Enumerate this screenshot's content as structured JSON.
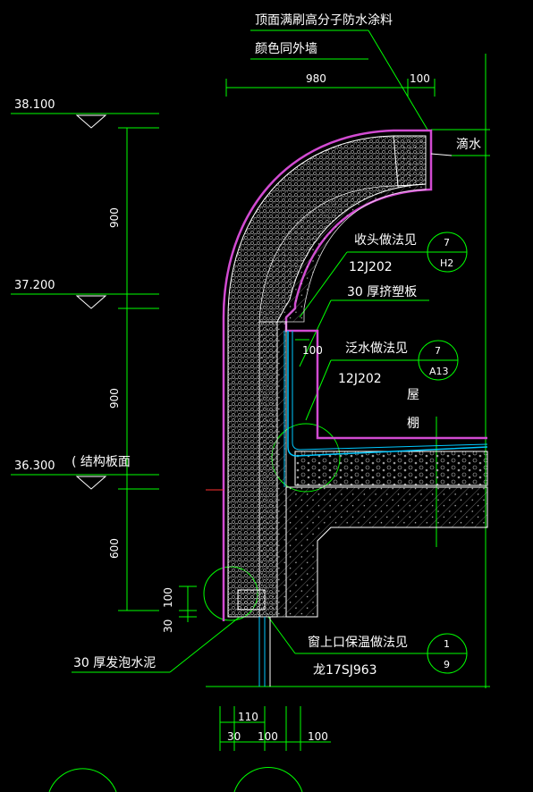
{
  "annotations": {
    "top_note_line1": "顶面满刷高分子防水涂料",
    "top_note_line2": "颜色同外墙",
    "drip": "滴水",
    "cap_note": "收头做法见",
    "cap_std": "12J202",
    "xps_note": "30  厚挤塑板",
    "flash_note": "泛水做法见",
    "flash_std": "12J202",
    "roof_char1": "屋",
    "roof_char2": "棚",
    "structure_note": "( 结构板面",
    "foam_note": "30  厚发泡水泥",
    "window_note": "窗上口保温做法见",
    "window_std": "龙17SJ963"
  },
  "levels": [
    "38.100",
    "37.200",
    "36.300"
  ],
  "dims": {
    "top_980": "980",
    "top_100": "100",
    "v_900_a": "900",
    "v_900_b": "900",
    "v_600": "600",
    "v_100": "100",
    "v_30": "30",
    "bar_100": "100",
    "b_110": "110",
    "b_30": "30",
    "b_100_a": "100",
    "b_100_b": "100"
  },
  "refs": [
    {
      "num": "7",
      "sheet": "H2"
    },
    {
      "num": "7",
      "sheet": "A13"
    },
    {
      "num": "1",
      "sheet": "9"
    }
  ],
  "colors": {
    "background": "#000000",
    "dimension_lines": "#00ff00",
    "membrane": "#d24bd2",
    "insulation": "#00c8ff",
    "concrete": "#ffffff",
    "text": "#ffffff"
  }
}
